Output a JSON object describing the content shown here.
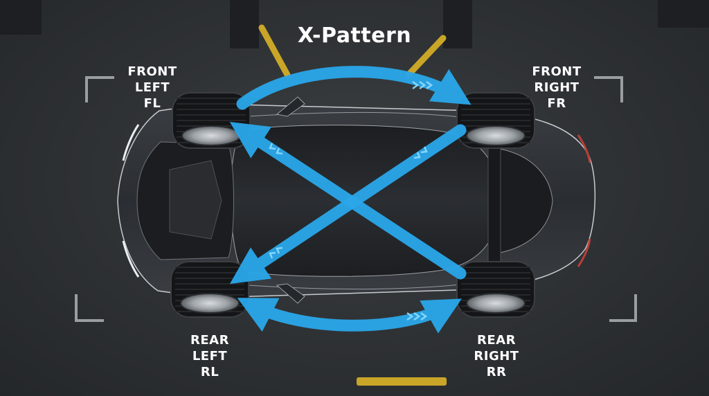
{
  "title": "X-Pattern",
  "colors": {
    "arrow": "#2aa7ea",
    "arrow_light": "#6fd0ff",
    "car_body": "#2c2f33",
    "floor": "#303336"
  },
  "wheels": {
    "fl": {
      "line1": "FRONT",
      "line2": "LEFT",
      "code": "FL"
    },
    "fr": {
      "line1": "FRONT",
      "line2": "RIGHT",
      "code": "FR"
    },
    "rl": {
      "line1": "REAR",
      "line2": "LEFT",
      "code": "RL"
    },
    "rr": {
      "line1": "REAR",
      "line2": "RIGHT",
      "code": "RR"
    }
  },
  "arrows": [
    {
      "name": "arrow-fl-to-fr",
      "from": "FL",
      "to": "FR",
      "type": "curved"
    },
    {
      "name": "arrow-rl-rr",
      "from": "RL",
      "to": "RR",
      "type": "double-curved"
    },
    {
      "name": "arrow-rr-to-fl",
      "from": "RR",
      "to": "FL",
      "type": "diagonal"
    },
    {
      "name": "arrow-fr-to-rl",
      "from": "FR",
      "to": "RL",
      "type": "diagonal"
    }
  ]
}
